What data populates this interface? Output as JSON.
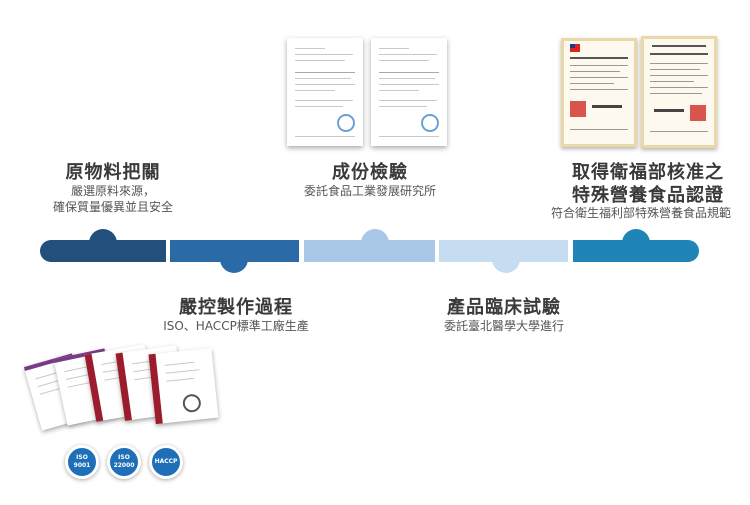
{
  "steps": [
    {
      "title": "原物料把關",
      "desc_lines": [
        "嚴選原料來源，",
        "確保質量優異並且安全"
      ]
    },
    {
      "title": "嚴控製作過程",
      "desc_lines": [
        "ISO、HACCP標準工廠生產"
      ]
    },
    {
      "title": "成份檢驗",
      "desc_lines": [
        "委託食品工業發展研究所"
      ]
    },
    {
      "title": "產品臨床試驗",
      "desc_lines": [
        "委託臺北醫學大學進行"
      ]
    },
    {
      "title_lines": [
        "取得衛福部核准之",
        "特殊營養食品認證"
      ],
      "desc_lines": [
        "符合衛生福利部特殊營養食品規範"
      ]
    }
  ],
  "badges": [
    {
      "top": "ISO",
      "bottom": "9001"
    },
    {
      "top": "ISO",
      "bottom": "22000"
    },
    {
      "top": "",
      "bottom": "HACCP"
    }
  ],
  "colors": {
    "seg1": "#234f7d",
    "seg2": "#2a6aa7",
    "seg3": "#a9c8e8",
    "seg4": "#c6dcf0",
    "seg5": "#1f85b7"
  }
}
